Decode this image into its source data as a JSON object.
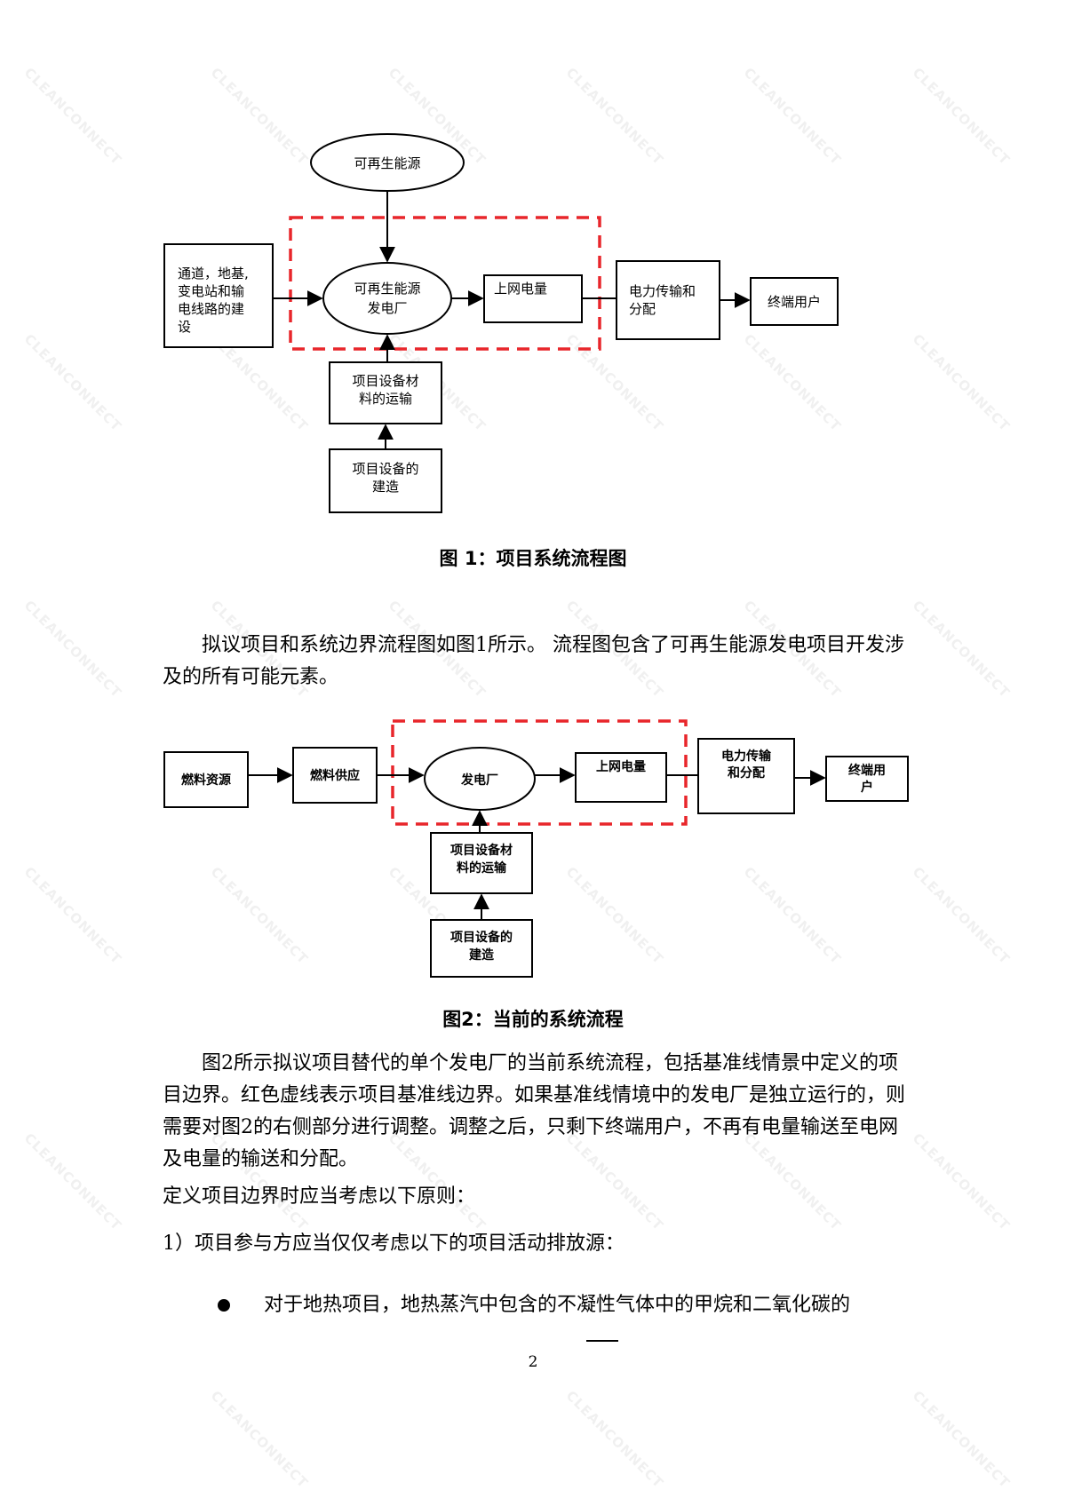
{
  "watermark": {
    "text": "CLEANCONNECT"
  },
  "figure1": {
    "nodes": {
      "renewable_source": "可再生能源",
      "plant_line1": "可再生能源",
      "plant_line2": "发电厂",
      "grid_output": "上网电量",
      "transmission_line1": "电力传输和",
      "transmission_line2": "分配",
      "end_user": "终端用户",
      "infrastructure_lines": [
        "通道，地基,",
        "变电站和输",
        "电线路的建",
        "设"
      ],
      "transport_line1": "项目设备材",
      "transport_line2": "料的运输",
      "construction_line1": "项目设备的",
      "construction_line2": "建造"
    },
    "caption": "图 1：项目系统流程图"
  },
  "paragraph1": "拟议项目和系统边界流程图如图1所示。 流程图包含了可再生能源发电项目开发涉及的所有可能元素。",
  "figure2": {
    "nodes": {
      "fuel_resource": "燃料资源",
      "fuel_supply": "燃料供应",
      "plant": "发电厂",
      "grid_output": "上网电量",
      "transmission_line1": "电力传输",
      "transmission_line2": "和分配",
      "end_user_line1": "终端用",
      "end_user_line2": "户",
      "transport_line1": "项目设备材",
      "transport_line2": "料的运输",
      "construction_line1": "项目设备的",
      "construction_line2": "建造"
    },
    "caption": "图2：当前的系统流程"
  },
  "paragraph2": "图2所示拟议项目替代的单个发电厂的当前系统流程，包括基准线情景中定义的项目边界。红色虚线表示项目基准线边界。如果基准线情境中的发电厂是独立运行的，则需要对图2的右侧部分进行调整。调整之后，只剩下终端用户，不再有电量输送至电网及电量的输送和分配。",
  "paragraph3": "定义项目边界时应当考虑以下原则：",
  "paragraph4": "1）项目参与方应当仅仅考虑以下的项目活动排放源：",
  "bullet1": "对于地热项目，地热蒸汽中包含的不凝性气体中的甲烷和二氧化碳的",
  "page_number": "2",
  "colors": {
    "boundary": "#e8262b",
    "line": "#000000",
    "text": "#000000"
  }
}
